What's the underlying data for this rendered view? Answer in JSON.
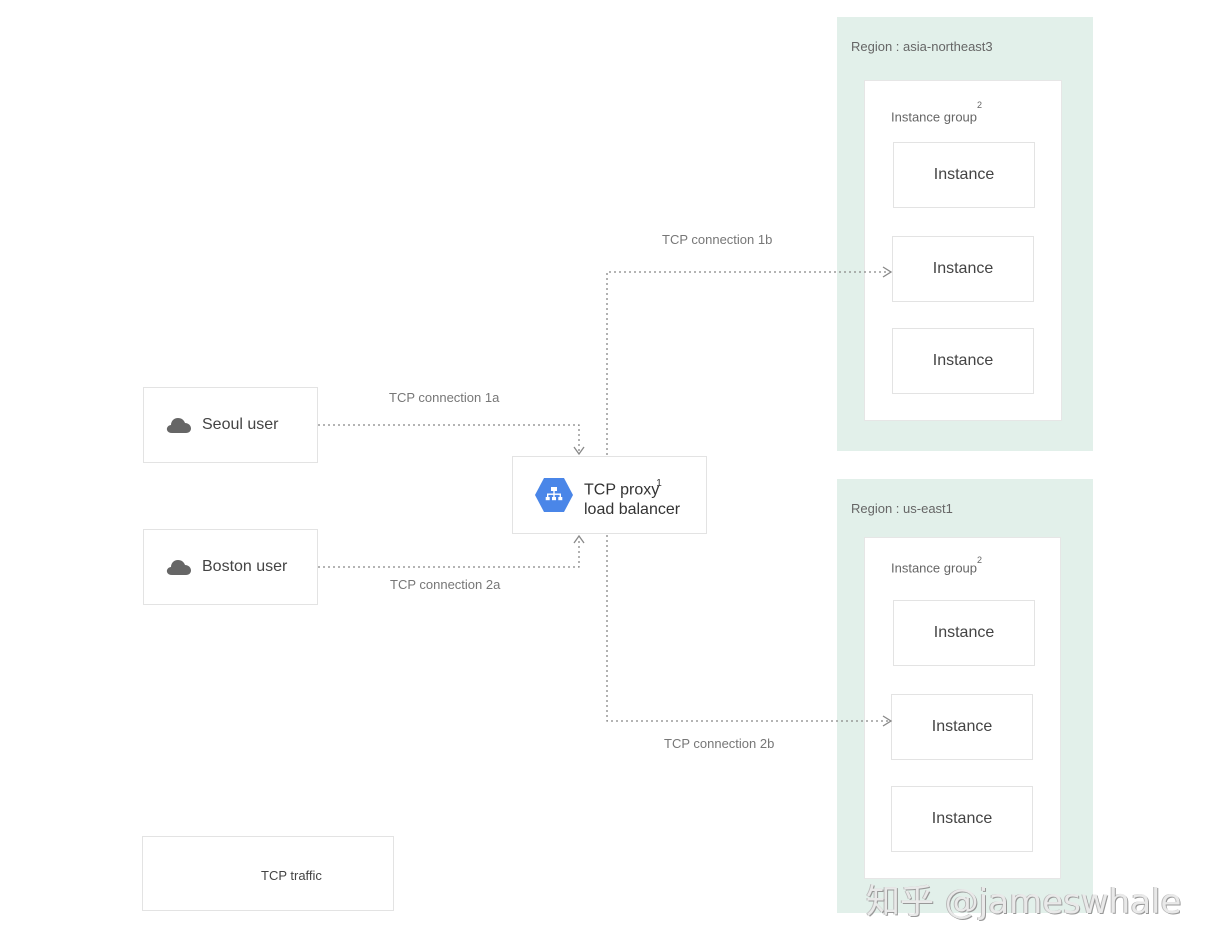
{
  "users": [
    {
      "label": "Seoul user",
      "icon": "cloud-icon"
    },
    {
      "label": "Boston user",
      "icon": "cloud-icon"
    }
  ],
  "load_balancer": {
    "line1": "TCP proxy",
    "line2": "load balancer",
    "footnote": "1",
    "icon": "load-balancer-hexagon-icon",
    "icon_color": "#4a86e8"
  },
  "connections": {
    "c1a": "TCP connection 1a",
    "c2a": "TCP connection 2a",
    "c1b": "TCP connection 1b",
    "c2b": "TCP connection 2b"
  },
  "regions": [
    {
      "label": "Region : asia-northeast3",
      "group_label": "Instance group",
      "group_footnote": "2",
      "instances": [
        "Instance",
        "Instance",
        "Instance"
      ]
    },
    {
      "label": "Region : us-east1",
      "group_label": "Instance group",
      "group_footnote": "2",
      "instances": [
        "Instance",
        "Instance",
        "Instance"
      ]
    }
  ],
  "legend": {
    "label": "TCP traffic"
  },
  "watermark": "知乎 @jameswhale",
  "colors": {
    "region_bg": "#e2f0ea",
    "line": "#888888",
    "lb_icon": "#4a86e8"
  }
}
